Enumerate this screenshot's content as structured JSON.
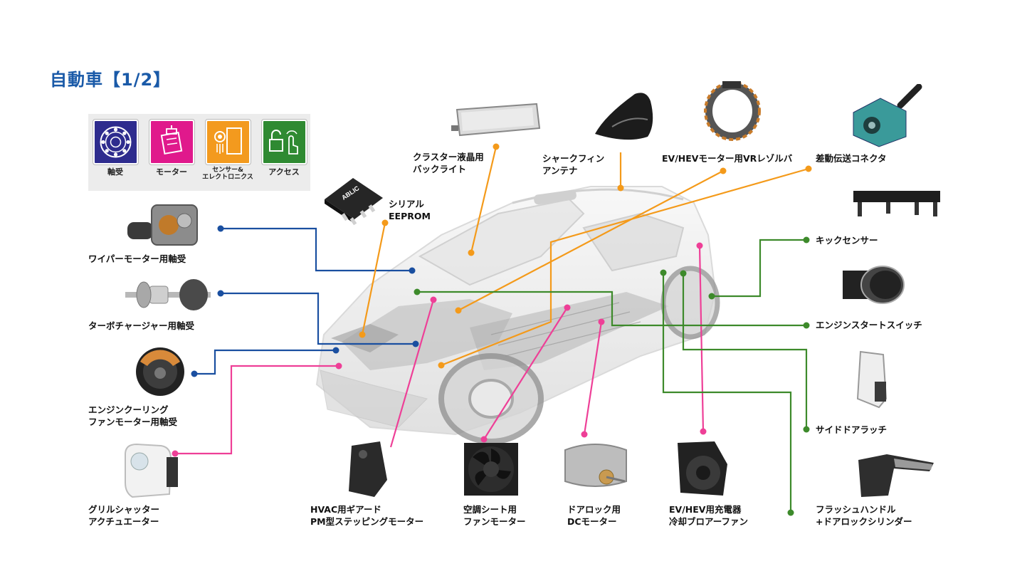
{
  "page": {
    "title": "自動車【1/2】"
  },
  "legend": [
    {
      "id": "bearing",
      "label": "軸受",
      "color": "#2e2c8e"
    },
    {
      "id": "motor",
      "label": "モーター",
      "color": "#e0198c"
    },
    {
      "id": "sensor",
      "label": "センサー&\nエレクトロニクス",
      "color": "#f39a1e"
    },
    {
      "id": "access",
      "label": "アクセス",
      "color": "#2f8a32"
    }
  ],
  "line_colors": {
    "bearing": "#1a4fa0",
    "motor": "#ee3f97",
    "sensor": "#f49a1a",
    "access": "#3d8a2b"
  },
  "chip": {
    "brand": "ABLIC"
  },
  "components": [
    {
      "id": "wiper",
      "category": "bearing",
      "label": "ワイパーモーター用軸受"
    },
    {
      "id": "turbo",
      "category": "bearing",
      "label": "ターボチャージャー用軸受"
    },
    {
      "id": "cooling-fan",
      "category": "bearing",
      "label": "エンジンクーリング\nファンモーター用軸受"
    },
    {
      "id": "grille",
      "category": "motor",
      "label": "グリルシャッター\nアクチュエーター"
    },
    {
      "id": "hvac",
      "category": "motor",
      "label": "HVAC用ギアード\nPM型ステッピングモーター"
    },
    {
      "id": "seat-fan",
      "category": "motor",
      "label": "空調シート用\nファンモーター"
    },
    {
      "id": "door-lock-dc",
      "category": "motor",
      "label": "ドアロック用\nDCモーター"
    },
    {
      "id": "blower",
      "category": "motor",
      "label": "EV/HEV用充電器\n冷却ブロアーファン"
    },
    {
      "id": "eeprom",
      "category": "sensor",
      "label": "シリアル\nEEPROM"
    },
    {
      "id": "cluster",
      "category": "sensor",
      "label": "クラスター液晶用\nバックライト"
    },
    {
      "id": "shark",
      "category": "sensor",
      "label": "シャークフィン\nアンテナ"
    },
    {
      "id": "resolver",
      "category": "sensor",
      "label": "EV/HEVモーター用VRレゾルバ"
    },
    {
      "id": "connector",
      "category": "sensor",
      "label": "差動伝送コネクタ"
    },
    {
      "id": "kick",
      "category": "access",
      "label": "キックセンサー"
    },
    {
      "id": "start-switch",
      "category": "access",
      "label": "エンジンスタートスイッチ"
    },
    {
      "id": "side-latch",
      "category": "access",
      "label": "サイドドアラッチ"
    },
    {
      "id": "flush-handle",
      "category": "access",
      "label": "フラッシュハンドル\n+ドアロックシリンダー"
    }
  ]
}
